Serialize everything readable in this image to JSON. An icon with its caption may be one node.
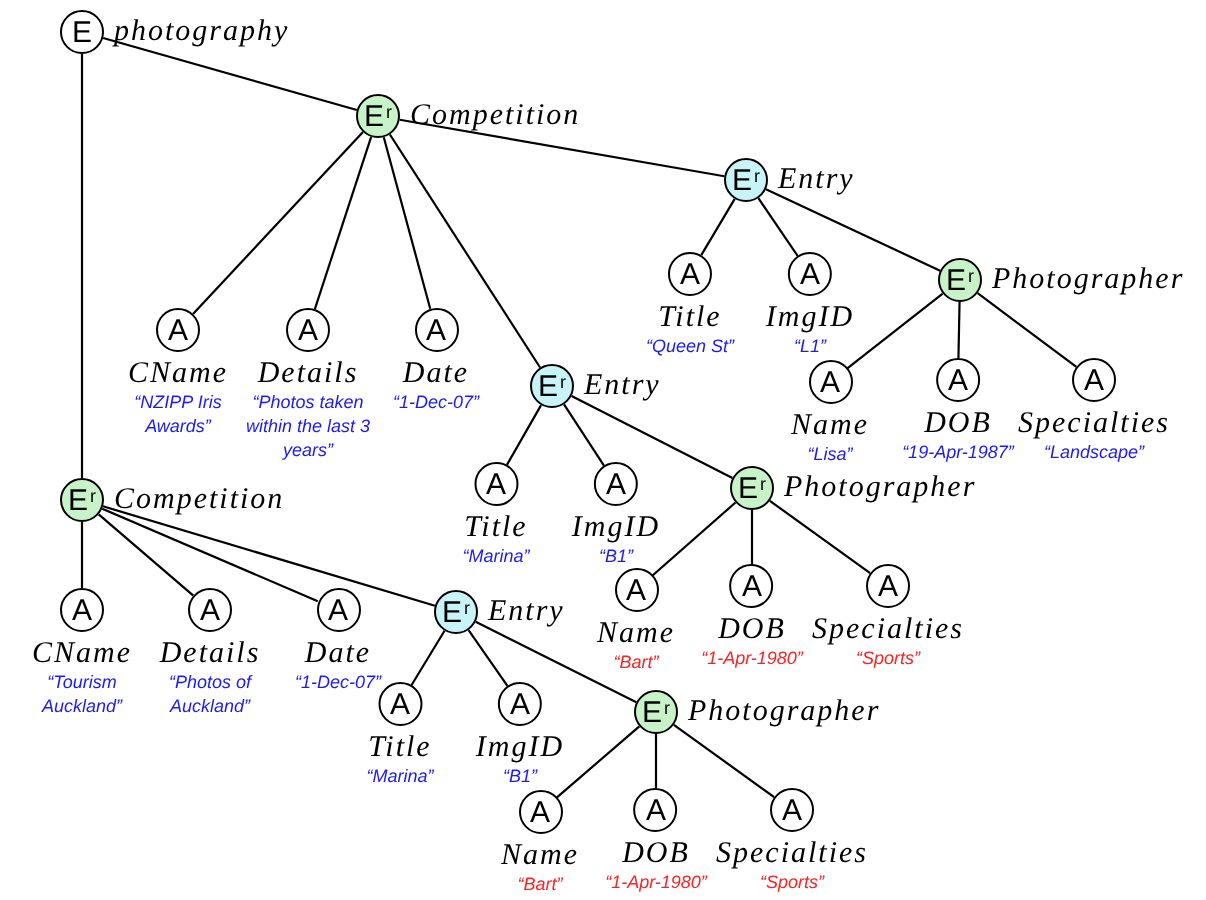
{
  "diagram": {
    "nodes": [
      {
        "text": [
          "E",
          "photography"
        ]
      },
      {
        "text": [
          "E$^{r}$",
          "Competition"
        ]
      },
      {
        "text": [
          "E$^{r}$",
          "Entry"
        ]
      },
      {
        "text": [
          "A",
          "Title",
          "“Queen St”"
        ]
      },
      {
        "text": [
          "A",
          "ImgID",
          "“L1”"
        ]
      },
      {
        "text": [
          "E$^{r}$",
          "Photographer"
        ]
      },
      {
        "text": [
          "A",
          "CName",
          "“NZIPP Iris Awards”"
        ]
      },
      {
        "text": [
          "A",
          "Details",
          "“Photos taken within the last 3 years”"
        ]
      },
      {
        "text": [
          "A",
          "Date",
          "“1-Dec-07”"
        ]
      },
      {
        "text": [
          "A",
          "Name",
          "“Lisa”"
        ]
      },
      {
        "text": [
          "A",
          "DOB",
          "“19-Apr-1987”"
        ]
      },
      {
        "text": [
          "A",
          "Specialties",
          "“Landscape”"
        ]
      },
      {
        "text": [
          "E$^{r}$",
          "Entry"
        ]
      },
      {
        "text": [
          "A",
          "Title",
          "“Marina”"
        ]
      },
      {
        "text": [
          "A",
          "ImgID",
          "“B1”"
        ]
      },
      {
        "text": [
          "E$^{r}$",
          "Photographer"
        ]
      },
      {
        "text": [
          "E$^{r}$",
          "Competition"
        ]
      },
      {
        "text": [
          "A",
          "Name",
          "“Bart”"
        ]
      },
      {
        "text": [
          "A",
          "DOB",
          "“1-Apr-1980”"
        ]
      },
      {
        "text": [
          "A",
          "Specialties",
          "“Sports”"
        ]
      },
      {
        "text": [
          "A",
          "CName",
          "“Tourism Auckland”"
        ]
      },
      {
        "text": [
          "A",
          "Details",
          "“Photos of Auckland”"
        ]
      },
      {
        "text": [
          "A",
          "Date",
          "“1-Dec-07”"
        ]
      },
      {
        "text": [
          "E$^{r}$",
          "Entry"
        ]
      },
      {
        "text": [
          "A",
          "Title",
          "“Marina”"
        ]
      },
      {
        "text": [
          "A",
          "ImgID",
          "“B1”"
        ]
      },
      {
        "text": [
          "E$^{r}$",
          "Photographer"
        ]
      },
      {
        "text": [
          "A",
          "Name",
          "“Bart”"
        ]
      },
      {
        "text": [
          "A",
          "DOB",
          "“1-Apr-1980”"
        ]
      },
      {
        "text": [
          "A",
          "Specialties",
          "“Sports”"
        ]
      }
    ],
    "edges": [
      {
        "from": 0,
        "to": 1,
        "arrow": "none"
      },
      {
        "from": 0,
        "to": 16,
        "arrow": "none"
      },
      {
        "from": 1,
        "to": 6,
        "arrow": "none"
      },
      {
        "from": 1,
        "to": 7,
        "arrow": "none"
      },
      {
        "from": 1,
        "to": 8,
        "arrow": "none"
      },
      {
        "from": 1,
        "to": 12,
        "arrow": "none"
      },
      {
        "from": 1,
        "to": 2,
        "arrow": "none"
      },
      {
        "from": 2,
        "to": 3,
        "arrow": "none"
      },
      {
        "from": 2,
        "to": 4,
        "arrow": "none"
      },
      {
        "from": 2,
        "to": 5,
        "arrow": "none"
      },
      {
        "from": 5,
        "to": 9,
        "arrow": "none"
      },
      {
        "from": 5,
        "to": 10,
        "arrow": "none"
      },
      {
        "from": 5,
        "to": 11,
        "arrow": "none"
      },
      {
        "from": 12,
        "to": 13,
        "arrow": "none"
      },
      {
        "from": 12,
        "to": 14,
        "arrow": "none"
      },
      {
        "from": 12,
        "to": 15,
        "arrow": "none"
      },
      {
        "from": 15,
        "to": 17,
        "arrow": "none"
      },
      {
        "from": 15,
        "to": 18,
        "arrow": "none"
      },
      {
        "from": 15,
        "to": 19,
        "arrow": "none"
      },
      {
        "from": 16,
        "to": 20,
        "arrow": "none"
      },
      {
        "from": 16,
        "to": 21,
        "arrow": "none"
      },
      {
        "from": 16,
        "to": 22,
        "arrow": "none"
      },
      {
        "from": 16,
        "to": 23,
        "arrow": "none"
      },
      {
        "from": 23,
        "to": 24,
        "arrow": "none"
      },
      {
        "from": 23,
        "to": 25,
        "arrow": "none"
      },
      {
        "from": 23,
        "to": 26,
        "arrow": "none"
      },
      {
        "from": 26,
        "to": 27,
        "arrow": "none"
      },
      {
        "from": 26,
        "to": 28,
        "arrow": "none"
      },
      {
        "from": 26,
        "to": 29,
        "arrow": "none"
      }
    ]
  }
}
